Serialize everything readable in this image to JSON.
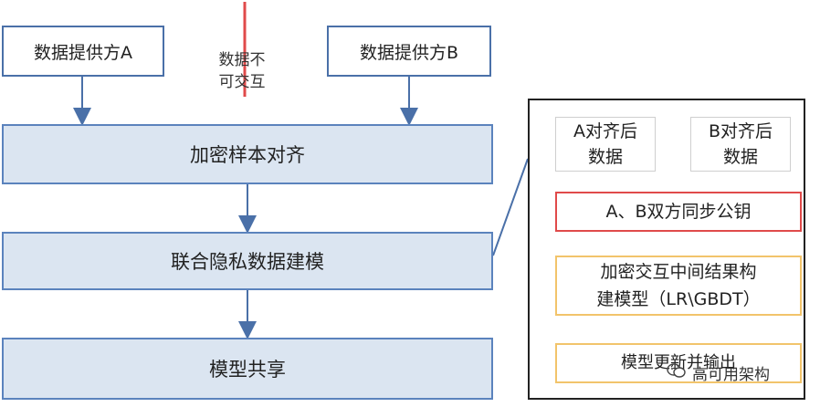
{
  "providers": {
    "a": "数据提供方A",
    "b": "数据提供方B"
  },
  "note": "数据不\n可交互",
  "stages": [
    "加密样本对齐",
    "联合隐私数据建模",
    "模型共享"
  ],
  "panel": {
    "a_aligned": "A对齐后\n数据",
    "b_aligned": "B对齐后\n数据",
    "step1": "A、B双方同步公钥",
    "step2": "加密交互中间结果构\n建模型（LR\\GBDT）",
    "step3": "模型更新并输出"
  },
  "watermark": "高可用架构",
  "colors": {
    "stage_fill": "#dbe5f1",
    "stage_border": "#5b83bd",
    "arrow": "#4a70a8",
    "red": "#e04a4a",
    "yellow": "#f2c46b"
  }
}
